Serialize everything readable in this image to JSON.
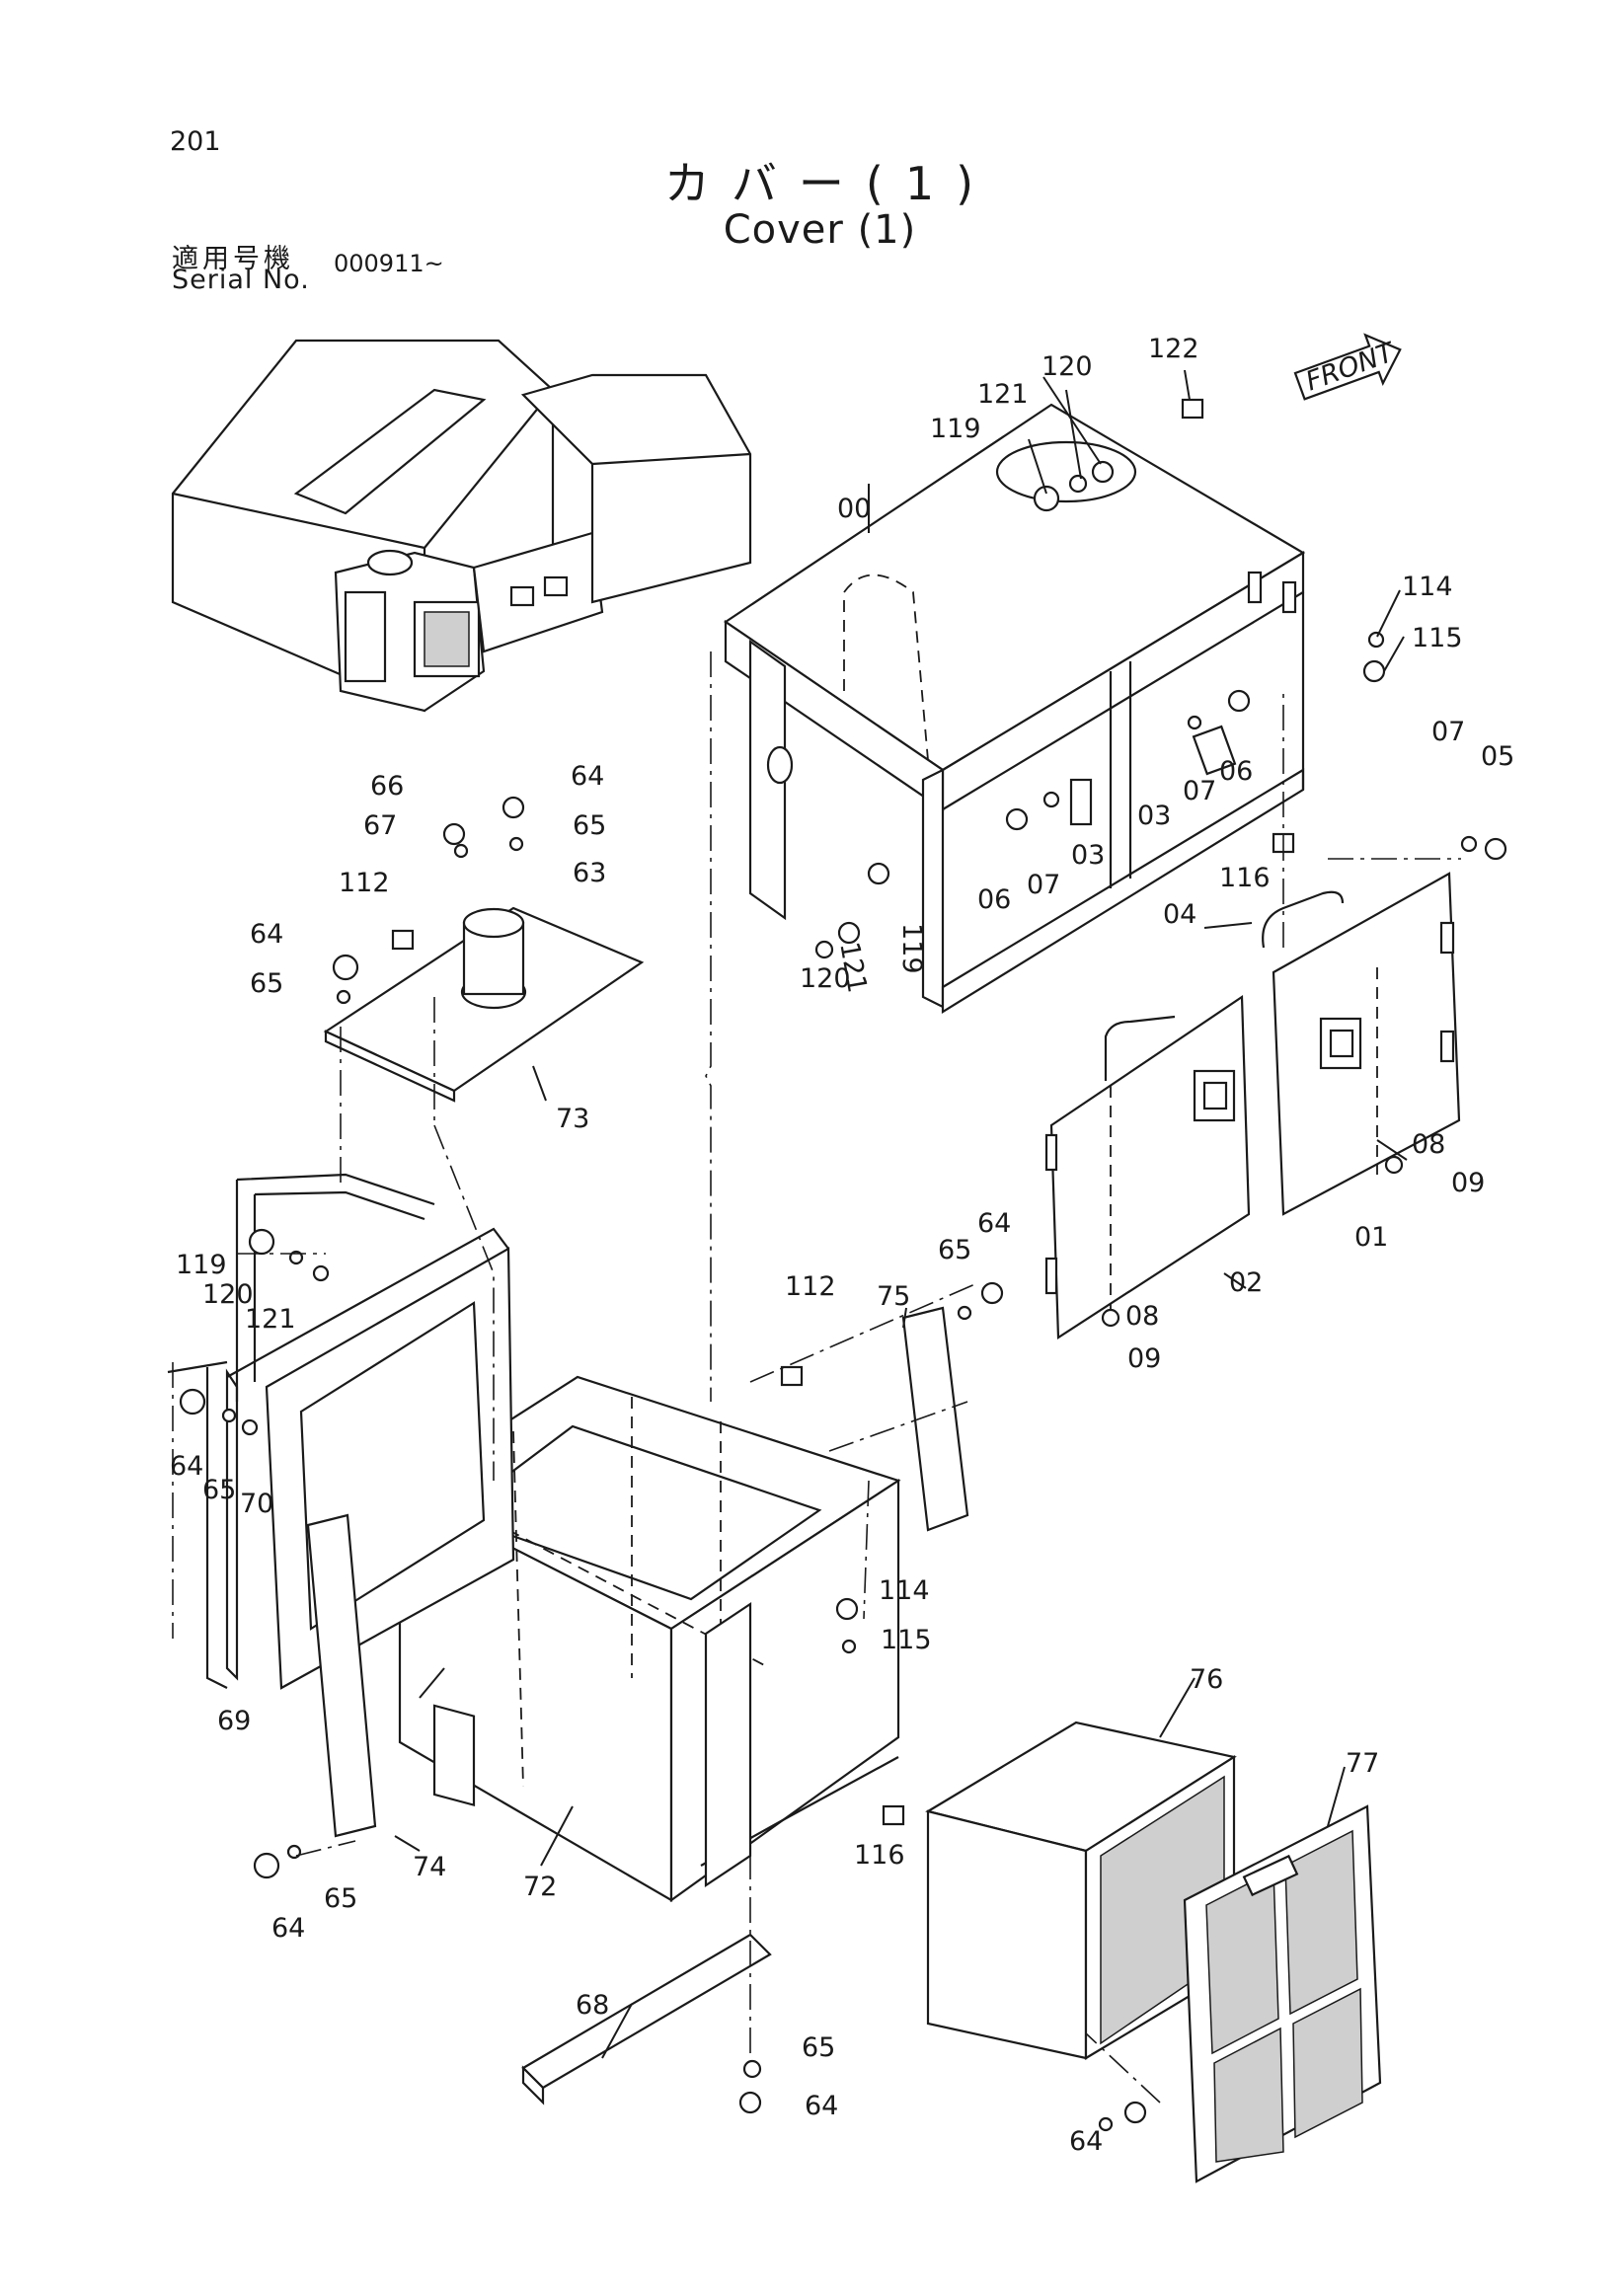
{
  "header": {
    "page_number": "201",
    "title_jp": "カバー(1)",
    "title_en": "Cover (1)"
  },
  "serial": {
    "label_jp": "適用号機",
    "label_en": "Serial No.",
    "value": "000911~"
  },
  "front_tag": "FRONT",
  "parts": [
    "00",
    "01",
    "02",
    "03",
    "03",
    "04",
    "05",
    "06",
    "06",
    "07",
    "07",
    "07",
    "08",
    "08",
    "09",
    "09",
    "63",
    "64",
    "64",
    "64",
    "64",
    "64",
    "64",
    "64",
    "65",
    "65",
    "65",
    "65",
    "65",
    "65",
    "66",
    "67",
    "68",
    "69",
    "70",
    "72",
    "73",
    "74",
    "75",
    "76",
    "77",
    "112",
    "112",
    "114",
    "114",
    "115",
    "115",
    "116",
    "116",
    "119",
    "119",
    "119",
    "120",
    "120",
    "120",
    "121",
    "121",
    "121",
    "122"
  ]
}
